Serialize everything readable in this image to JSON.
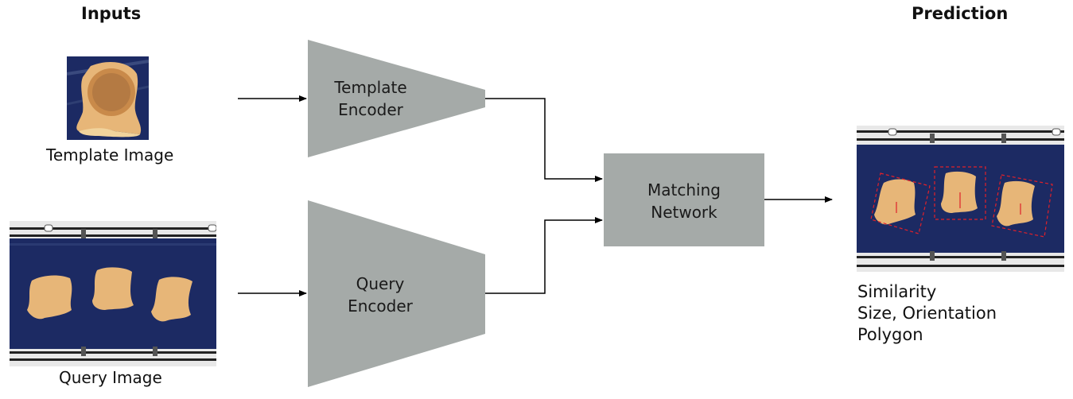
{
  "headings": {
    "inputs": "Inputs",
    "prediction": "Prediction"
  },
  "inputs": {
    "template_caption": "Template Image",
    "query_caption": "Query Image"
  },
  "blocks": {
    "template_encoder": [
      "Template",
      "Encoder"
    ],
    "query_encoder": [
      "Query",
      "Encoder"
    ],
    "matching_network": [
      "Matching",
      "Network"
    ]
  },
  "prediction": {
    "outputs": [
      "Similarity",
      "Size, Orientation",
      "Polygon"
    ]
  },
  "colors": {
    "block_fill": "#a5aaa8",
    "belt": "#1c2a63",
    "meat": "#e7b678",
    "box": "#e0202a"
  }
}
